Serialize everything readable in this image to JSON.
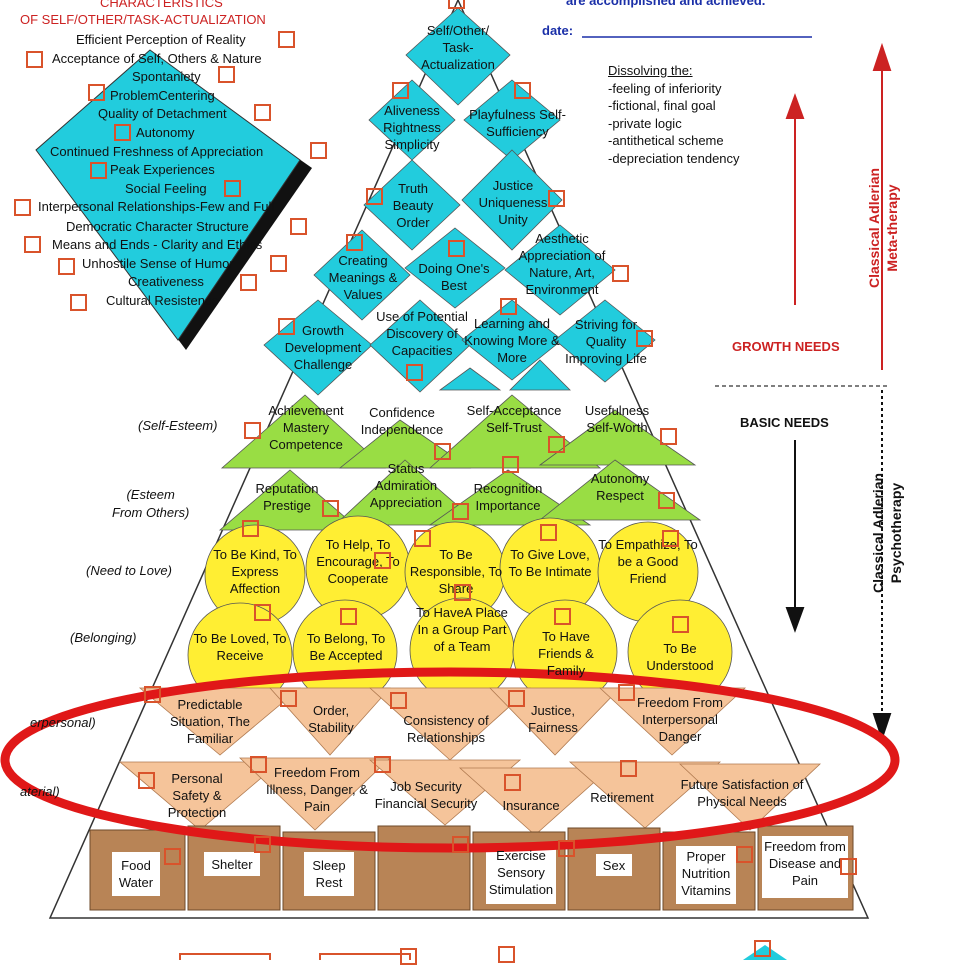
{
  "characteristics": {
    "title_line1": "CHARACTERISTICS",
    "title_line2": "OF SELF/OTHER/TASK-ACTUALIZATION",
    "items": [
      "Efficient Perception of Reality",
      "Acceptance of Self, Others & Nature",
      "Spontaniety",
      "ProblemCentering",
      "Quality of Detachment",
      "Autonomy",
      "Continued Freshness of Appreciation",
      "Peak Experiences",
      "Social Feeling",
      "Interpersonal Relationships-Few and Full",
      "Democratic Character Structure",
      "Means and Ends - Clarity and Ethics",
      "Unhostile Sense of Humor",
      "Creativeness",
      "Cultural Resistence"
    ]
  },
  "header": {
    "accomplished_text": "are accomplished and achieved.",
    "date_label": "date:"
  },
  "dissolving": {
    "title": "Dissolving the:",
    "items": [
      "-feeling of inferiority",
      "-fictional, final goal",
      "-private logic",
      "-antithetical scheme",
      "-depreciation tendency"
    ]
  },
  "right_labels": {
    "meta_therapy_line1": "Classical Adlerian",
    "meta_therapy_line2": "Meta-therapy",
    "growth_needs": "GROWTH NEEDS",
    "basic_needs": "BASIC NEEDS",
    "psychotherapy_line1": "Classical Adlerian",
    "psychotherapy_line2": "Psychotherapy"
  },
  "side_labels": {
    "self_esteem": "(Self-Esteem)",
    "esteem_others_line1": "(Esteem",
    "esteem_others_line2": "From Others)",
    "need_to_love": "(Need to Love)",
    "belonging": "(Belonging)",
    "interpersonal": "erpersonal)",
    "material": "aterial)"
  },
  "growth_nodes": [
    "Self/Other/ Task- Actualization",
    "Aliveness Rightness Simplicity",
    "Playfulness Self-Sufficiency",
    "Truth Beauty Order",
    "Justice Uniqueness Unity",
    "Aesthetic Appreciation of Nature, Art, Environment",
    "Creating Meanings & Values",
    "Doing One's Best",
    "Growth Development Challenge",
    "Use of Potential Discovery of Capacities",
    "Learning and Knowing More & More",
    "Striving for Quality Improving Life"
  ],
  "self_esteem": [
    "Achievement Mastery Competence",
    "Confidence Independence",
    "Self-Acceptance Self-Trust",
    "Usefulness Self-Worth"
  ],
  "esteem_others": [
    "Reputation Prestige",
    "Status Admiration Appreciation",
    "Recognition Importance",
    "Autonomy Respect"
  ],
  "love": [
    "To Be Kind, To Express Affection",
    "To Help, To Encourage, To Cooperate",
    "To Be Responsible, To Share",
    "To Give Love, To Be Intimate",
    "To Empathize, To be a Good Friend"
  ],
  "belonging": [
    "To Be Loved, To Receive",
    "To Belong, To Be Accepted",
    "To HaveA Place In a Group Part of a Team",
    "To Have Friends & Family",
    "To Be Understood"
  ],
  "interpersonal": [
    "Predictable Situation, The Familiar",
    "Order, Stability",
    "Consistency of Relationships",
    "Justice, Fairness",
    "Freedom From Interpersonal Danger"
  ],
  "material": [
    "Personal Safety & Protection",
    "Freedom From Illness, Danger, & Pain",
    "Job Security Financial Security",
    "Insurance",
    "Retirement",
    "Future Satisfaction of Physical Needs"
  ],
  "physical": [
    "Food Water",
    "Shelter",
    "Sleep Rest",
    "Sex",
    "Exercise Sensory Stimulation",
    "Proper Nutrition Vitamins",
    "Freedom from Disease and Pain"
  ],
  "colors": {
    "cyan": "#22ccdd",
    "green": "#99dd44",
    "yellow": "#ffee33",
    "peach": "#f5c49a",
    "brown": "#b88456",
    "red_ellipse": "#e01818",
    "checkbox": "#d9532b"
  }
}
